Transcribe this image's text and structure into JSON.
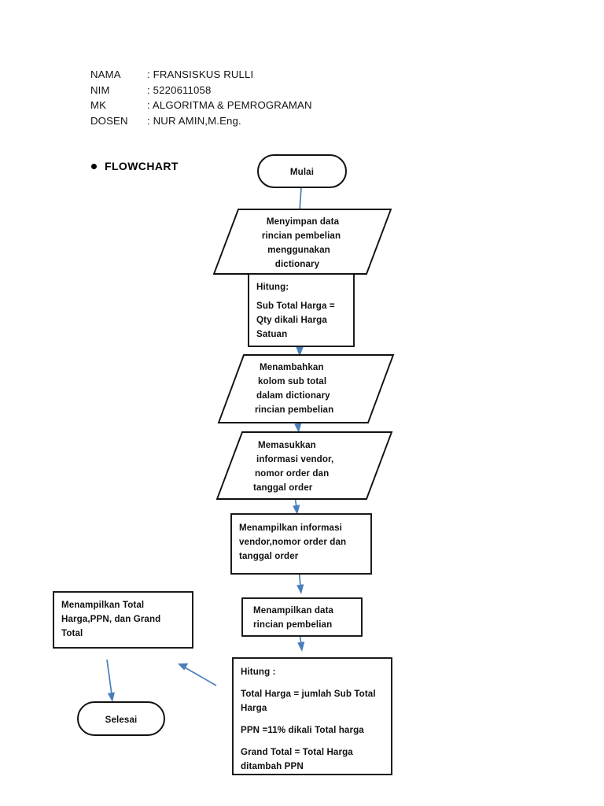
{
  "document": {
    "background_color": "#ffffff",
    "text_color": "#111111",
    "connector_color": "#4a7ebb",
    "shape_stroke_color": "#111111"
  },
  "header": {
    "rows": [
      {
        "label": "NAMA",
        "value": ": FRANSISKUS RULLI"
      },
      {
        "label": "NIM",
        "value": ": 5220611058"
      },
      {
        "label": "MK",
        "value": ": ALGORITMA & PEMROGRAMAN"
      },
      {
        "label": "DOSEN",
        "value": ": NUR AMIN,M.Eng."
      }
    ]
  },
  "section": {
    "heading": "FLOWCHART"
  },
  "flowchart": {
    "nodes": {
      "start": {
        "type": "terminator",
        "label": "Mulai"
      },
      "store_data": {
        "type": "data",
        "lines": [
          "Menyimpan data",
          "rincian  pembelian",
          "menggunakan",
          "dictionary"
        ]
      },
      "calc_subtotal": {
        "type": "process",
        "lines": [
          "Hitung:",
          "",
          "Sub Total Harga =",
          "Qty dikali Harga",
          "Satuan"
        ]
      },
      "add_column": {
        "type": "data",
        "lines": [
          "Menambahkan",
          "kolom sub total",
          "dalam dictionary",
          "rincian pembelian"
        ]
      },
      "input_vendor": {
        "type": "data",
        "lines": [
          "Memasukkan",
          "informasi vendor,",
          "nomor order dan",
          "tanggal order"
        ]
      },
      "show_vendor": {
        "type": "process",
        "lines": [
          "Menampilkan informasi",
          "vendor,nomor order dan",
          "tanggal order"
        ]
      },
      "show_details": {
        "type": "process",
        "lines": [
          "Menampilkan data",
          "rincian pembelian"
        ]
      },
      "calc_totals": {
        "type": "process",
        "lines": [
          "Hitung :",
          "",
          "Total Harga = jumlah Sub Total",
          "Harga",
          "",
          "PPN  =11% dikali Total harga",
          "",
          "Grand Total = Total Harga",
          "ditambah PPN"
        ]
      },
      "show_totals": {
        "type": "process",
        "lines": [
          "Menampilkan Total",
          "Harga,PPN, dan Grand",
          "Total"
        ]
      },
      "end": {
        "type": "terminator",
        "label": "Selesai"
      }
    },
    "edges": [
      {
        "from": "start",
        "to": "store_data"
      },
      {
        "from": "store_data",
        "to": "calc_subtotal"
      },
      {
        "from": "calc_subtotal",
        "to": "add_column"
      },
      {
        "from": "add_column",
        "to": "input_vendor"
      },
      {
        "from": "input_vendor",
        "to": "show_vendor"
      },
      {
        "from": "show_vendor",
        "to": "show_details"
      },
      {
        "from": "show_details",
        "to": "calc_totals"
      },
      {
        "from": "calc_totals",
        "to": "show_totals"
      },
      {
        "from": "show_totals",
        "to": "end"
      }
    ]
  }
}
